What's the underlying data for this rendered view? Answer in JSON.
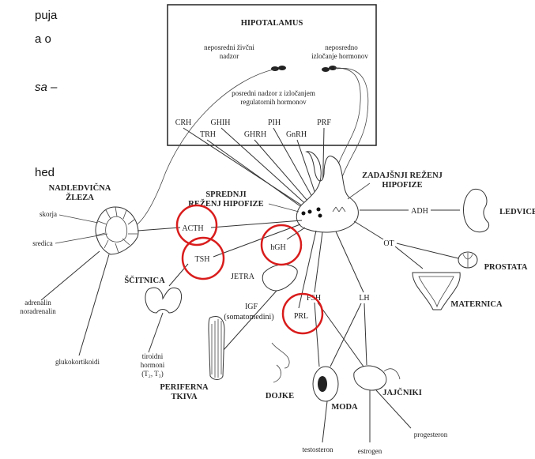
{
  "side_text": [
    "puja",
    "a o",
    "sa –",
    "hed"
  ],
  "colors": {
    "highlight_circle": "#d91c1c",
    "line": "#333333"
  },
  "hypothalamus": {
    "title": "HIPOTALAMUS",
    "direct_nerve_1": "neposredni živčni",
    "direct_nerve_2": "nadzor",
    "direct_secretion_1": "neposredno",
    "direct_secretion_2": "izločanje  hormonov",
    "indirect_1": "posredni nadzor z izločanjem",
    "indirect_2": "regulatornih hormonov"
  },
  "releasing_hormones": {
    "crh": "CRH",
    "trh": "TRH",
    "ghih": "GHIH",
    "ghrh": "GHRH",
    "pih": "PIH",
    "gnrh": "GnRH",
    "prf": "PRF"
  },
  "pituitary": {
    "posterior_1": "ZADAJŠNJI REŽENJ",
    "posterior_2": "HIPOFIZE",
    "anterior_1": "SPREDNJI",
    "anterior_2": "REŽENJ HIPOFIZE"
  },
  "hormones": {
    "acth": "ACTH",
    "tsh": "TSH",
    "hgh": "hGH",
    "prl": "PRL",
    "fsh": "FSH",
    "lh": "LH",
    "adh": "ADH",
    "ot": "OT",
    "igf_1": "IGF",
    "igf_2": "(somatomedini)"
  },
  "organs": {
    "adrenal_1": "NADLEDVIČNA",
    "adrenal_2": "ŽLEZA",
    "cortex": "skorja",
    "medulla": "sredica",
    "adrenaline_1": "adrenalin",
    "adrenaline_2": "noradrenalin",
    "glucocorticoids": "glukokortikoidi",
    "thyroid": "ŠČITNICA",
    "thyroid_hormones_1": "tiroidni",
    "thyroid_hormones_2": "hormoni",
    "thyroid_hormones_3": "(T₂, T₃)",
    "liver": "JETRA",
    "peripheral_1": "PERIFERNA",
    "peripheral_2": "TKIVA",
    "breasts": "DOJKE",
    "male": "MODA",
    "testosterone": "testosteron",
    "ovaries": "JAJČNIKI",
    "progesterone": "progesteron",
    "estrogen": "estrogen",
    "kidneys": "LEDVICE",
    "prostate": "PROSTATA",
    "uterus": "MATERNICA"
  }
}
